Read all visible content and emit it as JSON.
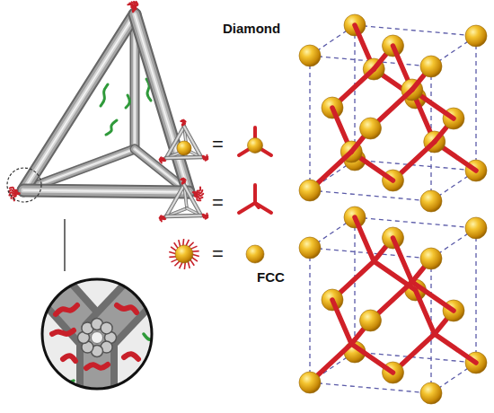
{
  "diagram": {
    "labels": [
      "Diamond",
      "=",
      "=",
      "=",
      "FCC"
    ]
  }
}
